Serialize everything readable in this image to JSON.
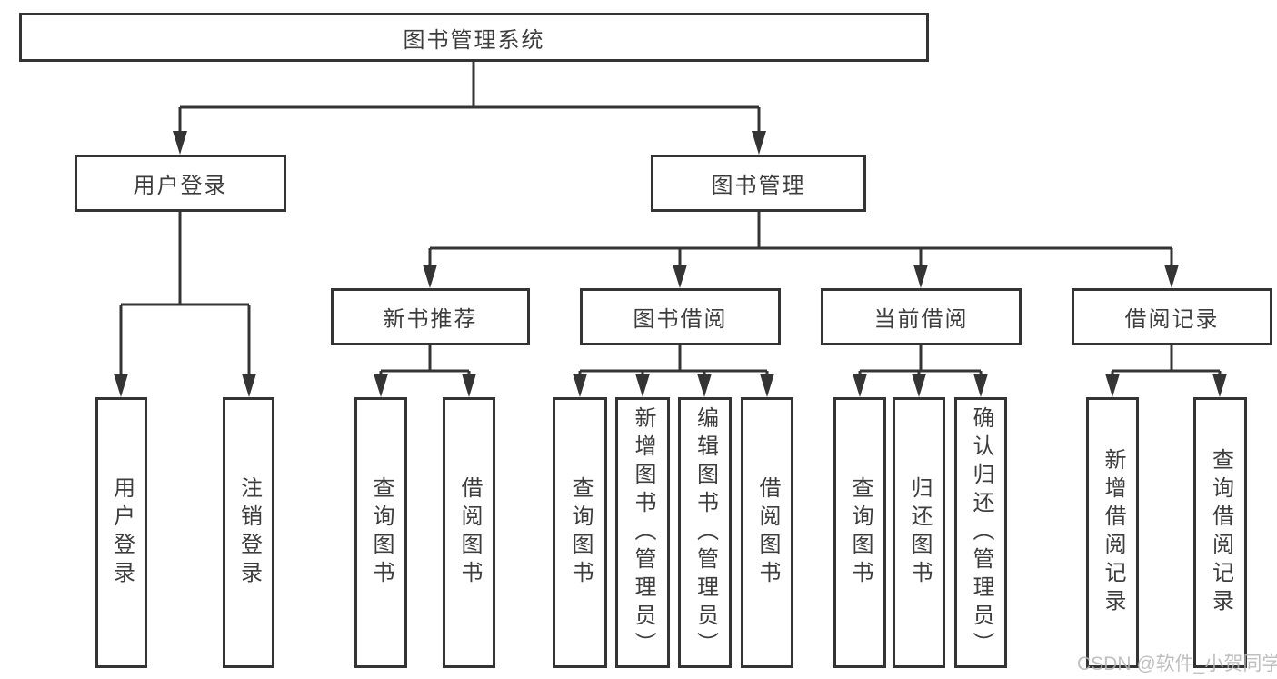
{
  "diagram_title": "图书管理系统",
  "tree": {
    "label": "图书管理系统",
    "children": [
      {
        "label": "用户登录",
        "children": [
          {
            "label": "用户登录"
          },
          {
            "label": "注销登录"
          }
        ]
      },
      {
        "label": "图书管理",
        "children": [
          {
            "label": "新书推荐",
            "children": [
              {
                "label": "查询图书"
              },
              {
                "label": "借阅图书"
              }
            ]
          },
          {
            "label": "图书借阅",
            "children": [
              {
                "label": "查询图书"
              },
              {
                "label": "新增图书（管理员）"
              },
              {
                "label": "编辑图书（管理员）"
              },
              {
                "label": "借阅图书"
              }
            ]
          },
          {
            "label": "当前借阅",
            "children": [
              {
                "label": "查询图书"
              },
              {
                "label": "归还图书"
              },
              {
                "label": "确认归还（管理员）"
              }
            ]
          },
          {
            "label": "借阅记录",
            "children": [
              {
                "label": "新增借阅记录"
              },
              {
                "label": "查询借阅记录"
              }
            ]
          }
        ]
      }
    ]
  },
  "watermark": "CSDN @软件_小贺同学",
  "colors": {
    "line": "#343434",
    "box_border": "#343434",
    "text": "#3d3d3d",
    "watermark": "#b5b5b5",
    "background": "#ffffff"
  }
}
